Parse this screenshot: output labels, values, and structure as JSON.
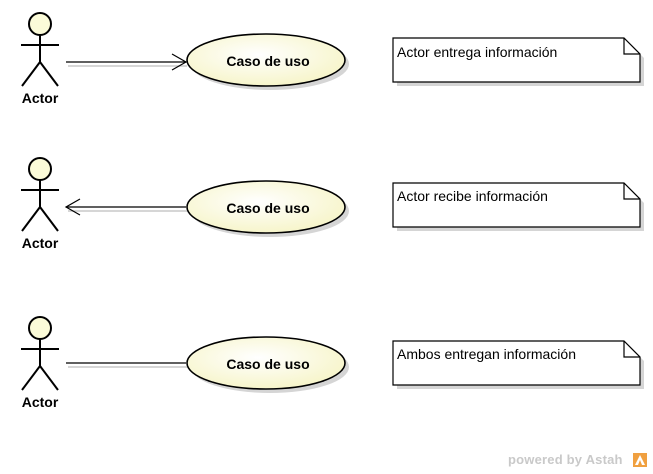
{
  "diagram": {
    "rows": [
      {
        "actor_label": "Actor",
        "usecase_label": "Caso de uso",
        "note_text": "Actor entrega información",
        "arrow": "to-usecase"
      },
      {
        "actor_label": "Actor",
        "usecase_label": "Caso de uso",
        "note_text": "Actor recibe información",
        "arrow": "to-actor"
      },
      {
        "actor_label": "Actor",
        "usecase_label": "Caso de uso",
        "note_text": "Ambos entregan información",
        "arrow": "none"
      }
    ]
  },
  "footer": {
    "brand_text": "powered by Astah"
  },
  "colors": {
    "actor_fill": "#fbfbd8",
    "usecase_fill": "#fbfbd8",
    "note_fill": "#ffffff",
    "stroke": "#000000",
    "shadow": "#c8c8c8",
    "brand_logo": "#f0a040"
  },
  "icons": {
    "brand_logo": "astah-logo-icon"
  }
}
